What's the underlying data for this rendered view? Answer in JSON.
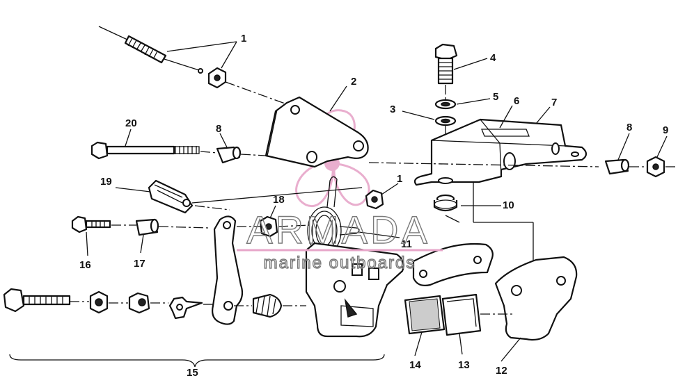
{
  "callouts": {
    "c1a": "1",
    "c1b": "1",
    "c2": "2",
    "c3": "3",
    "c4": "4",
    "c5": "5",
    "c6": "6",
    "c7": "7",
    "c8a": "8",
    "c8b": "8",
    "c9": "9",
    "c10": "10",
    "c11": "11",
    "c12": "12",
    "c13": "13",
    "c14": "14",
    "c15": "15",
    "c16": "16",
    "c17": "17",
    "c18": "18",
    "c19": "19",
    "c20": "20"
  },
  "watermark": {
    "brand": "ARMADA",
    "tagline": "marine outboards",
    "accent_color": "#e7a6c9"
  }
}
